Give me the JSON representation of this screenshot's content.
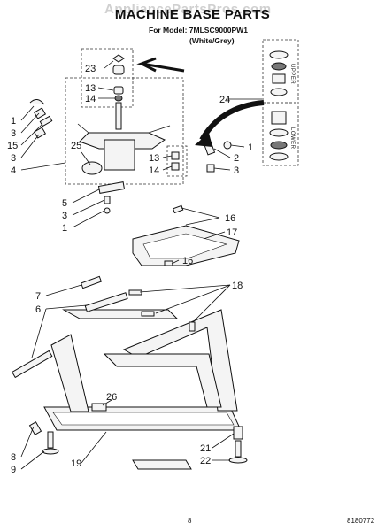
{
  "page": {
    "watermark": "AppliancePartsPros.com",
    "title": "MACHINE BASE PARTS",
    "model_line": "For Model: 7MLSC9000PW1",
    "color_line": "(White/Grey)",
    "page_number": "8",
    "document_number": "8180772"
  },
  "side_labels": {
    "upper": "UPPER",
    "lower": "LOWER"
  },
  "callouts": [
    {
      "id": "c-1a",
      "label": "1"
    },
    {
      "id": "c-3a",
      "label": "3"
    },
    {
      "id": "c-15",
      "label": "15"
    },
    {
      "id": "c-3b",
      "label": "3"
    },
    {
      "id": "c-4",
      "label": "4"
    },
    {
      "id": "c-25",
      "label": "25"
    },
    {
      "id": "c-23",
      "label": "23"
    },
    {
      "id": "c-13a",
      "label": "13"
    },
    {
      "id": "c-14a",
      "label": "14"
    },
    {
      "id": "c-24",
      "label": "24"
    },
    {
      "id": "c-13b",
      "label": "13"
    },
    {
      "id": "c-14b",
      "label": "14"
    },
    {
      "id": "c-1b",
      "label": "1"
    },
    {
      "id": "c-2",
      "label": "2"
    },
    {
      "id": "c-3c",
      "label": "3"
    },
    {
      "id": "c-5",
      "label": "5"
    },
    {
      "id": "c-3d",
      "label": "3"
    },
    {
      "id": "c-1c",
      "label": "1"
    },
    {
      "id": "c-16a",
      "label": "16"
    },
    {
      "id": "c-17",
      "label": "17"
    },
    {
      "id": "c-16b",
      "label": "16"
    },
    {
      "id": "c-7",
      "label": "7"
    },
    {
      "id": "c-18",
      "label": "18"
    },
    {
      "id": "c-6",
      "label": "6"
    },
    {
      "id": "c-26",
      "label": "26"
    },
    {
      "id": "c-8",
      "label": "8"
    },
    {
      "id": "c-9",
      "label": "9"
    },
    {
      "id": "c-19",
      "label": "19"
    },
    {
      "id": "c-21",
      "label": "21"
    },
    {
      "id": "c-22",
      "label": "22"
    }
  ]
}
